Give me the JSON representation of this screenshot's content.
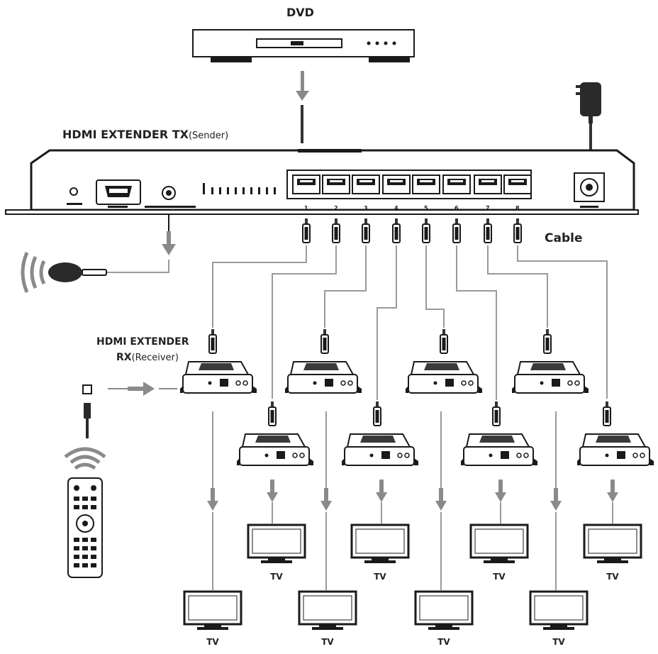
{
  "labels": {
    "source": "DVD",
    "tx_title": "HDMI EXTENDER TX",
    "tx_sub": "(Sender)",
    "rx_title": "HDMI EXTENDER",
    "rx_title2": "RX",
    "rx_sub": "(Receiver)",
    "cable": "Cable",
    "tv": "TV"
  },
  "ports": [
    "1",
    "2",
    "3",
    "4",
    "5",
    "6",
    "7",
    "8"
  ],
  "colors": {
    "line": "#1a1a1a",
    "arrow": "#8a8a8a",
    "wire": "#9a9a9a"
  }
}
